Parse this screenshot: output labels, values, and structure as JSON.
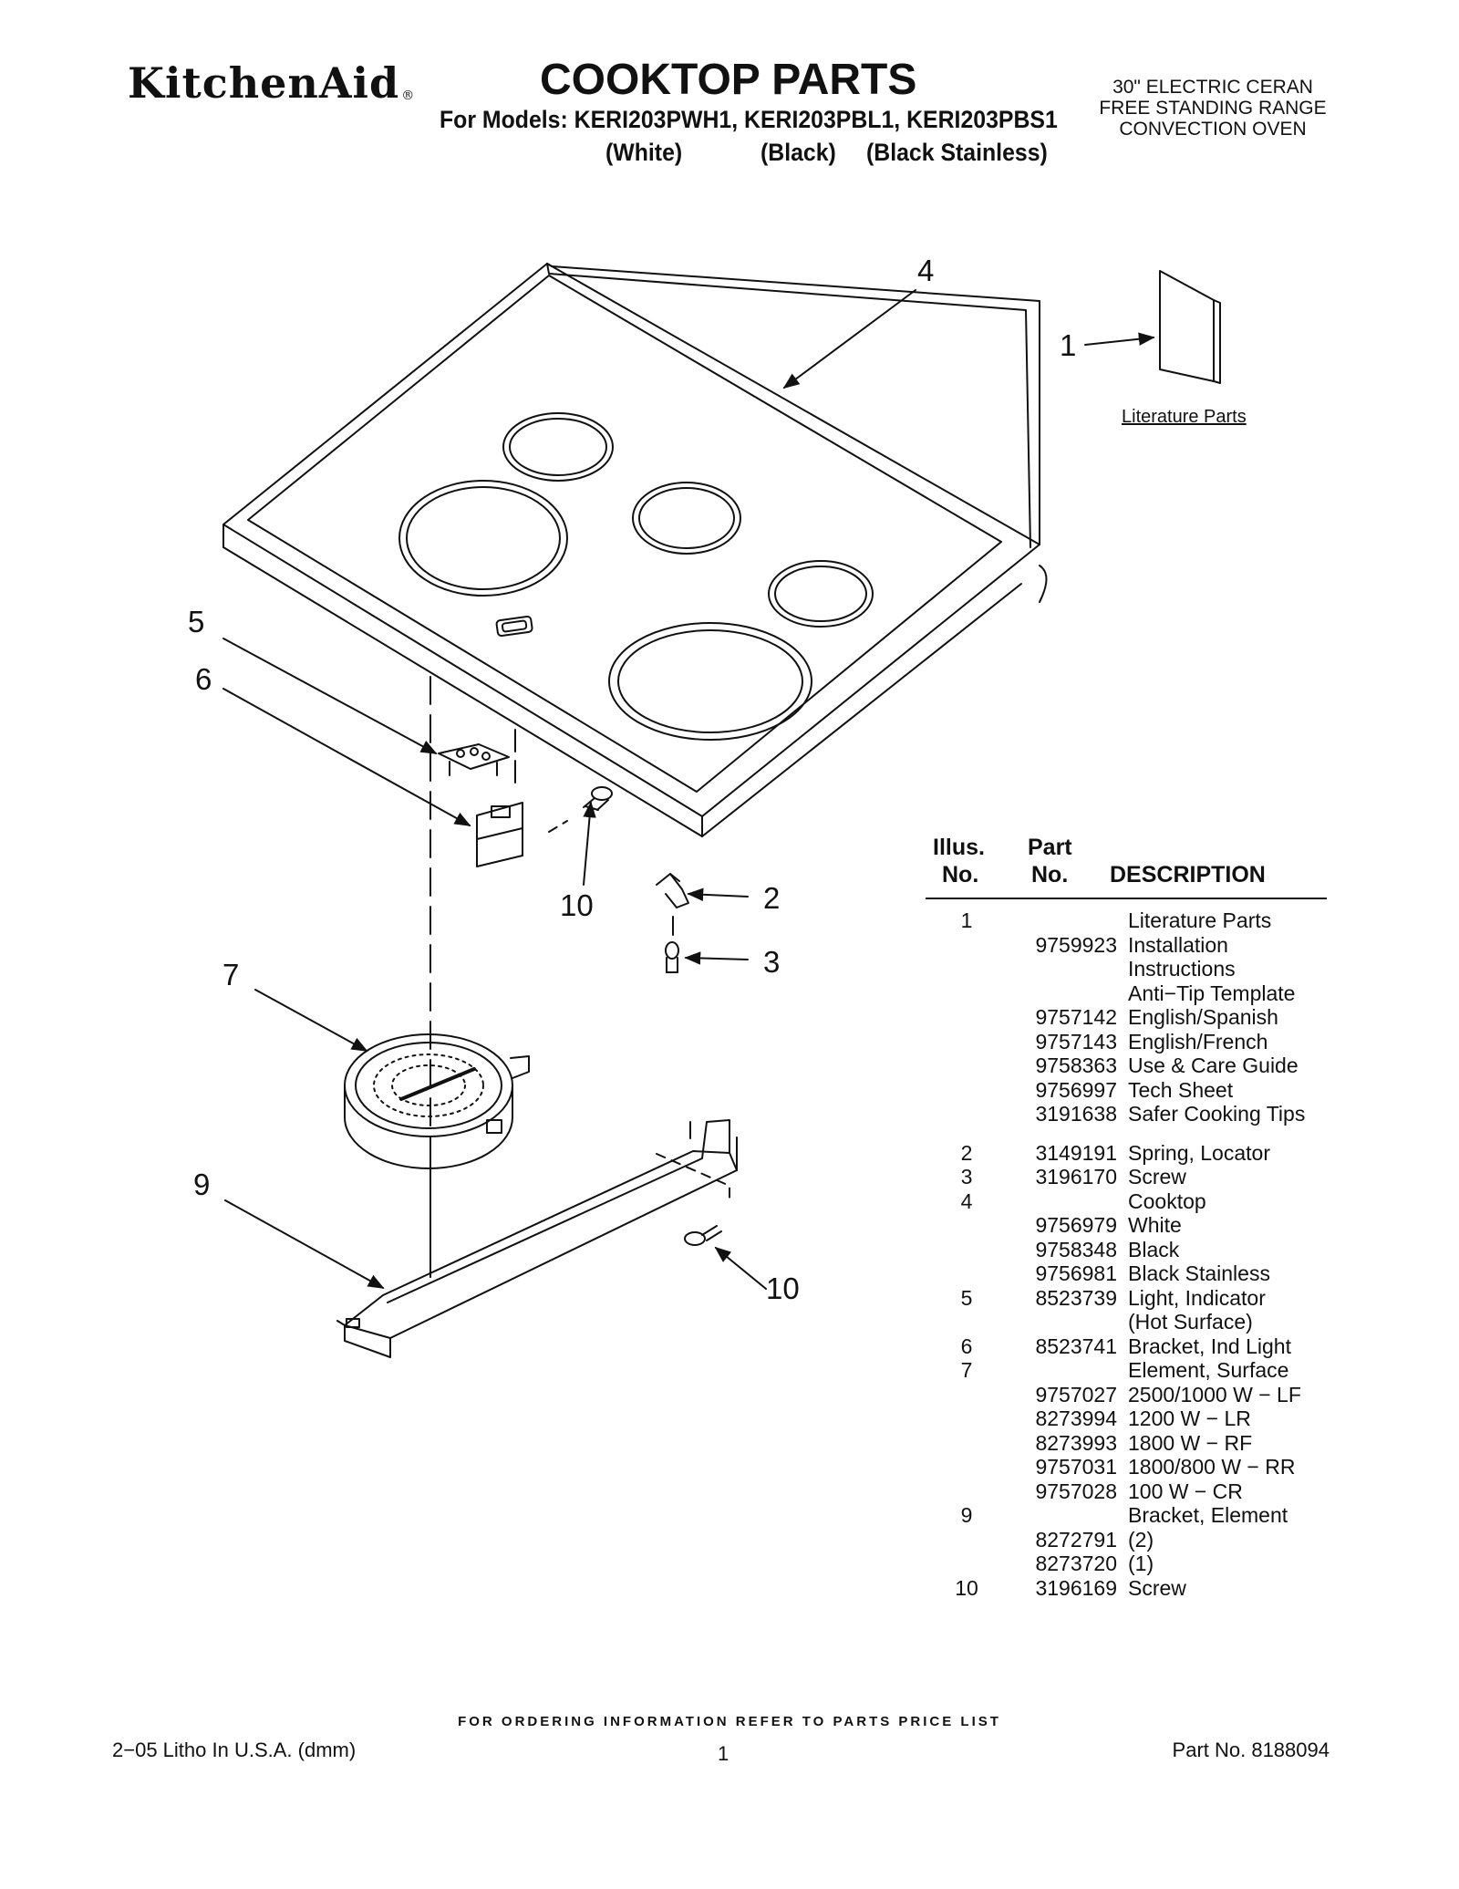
{
  "header": {
    "brand": "KitchenAid",
    "brand_mark": "®",
    "title": "COOKTOP PARTS",
    "models_line": "For Models: KERI203PWH1, KERI203PBL1, KERI203PBS1",
    "colors": [
      "(White)",
      "(Black)",
      "(Black Stainless)"
    ],
    "range_description": [
      "30\" ELECTRIC CERAN",
      "FREE STANDING RANGE",
      "CONVECTION OVEN"
    ]
  },
  "diagram": {
    "callouts": [
      "4",
      "1",
      "5",
      "6",
      "10",
      "2",
      "3",
      "7",
      "9",
      "10"
    ],
    "literature_label": "Literature Parts"
  },
  "parts_table": {
    "headers": {
      "illus_1": "Illus.",
      "illus_2": "No.",
      "part_1": "Part",
      "part_2": "No.",
      "description": "DESCRIPTION"
    },
    "rows": [
      {
        "illus": "1",
        "part": "",
        "desc": "Literature Parts"
      },
      {
        "illus": "",
        "part": "9759923",
        "desc": "Installation"
      },
      {
        "illus": "",
        "part": "",
        "desc": "Instructions"
      },
      {
        "illus": "",
        "part": "",
        "desc": "Anti−Tip Template"
      },
      {
        "illus": "",
        "part": "9757142",
        "desc": "English/Spanish"
      },
      {
        "illus": "",
        "part": "9757143",
        "desc": "English/French"
      },
      {
        "illus": "",
        "part": "9758363",
        "desc": "Use & Care Guide"
      },
      {
        "illus": "",
        "part": "9756997",
        "desc": "Tech Sheet"
      },
      {
        "illus": "",
        "part": "3191638",
        "desc": "Safer Cooking Tips"
      },
      {
        "illus": "2",
        "part": "3149191",
        "desc": "Spring, Locator"
      },
      {
        "illus": "3",
        "part": "3196170",
        "desc": "Screw"
      },
      {
        "illus": "4",
        "part": "",
        "desc": "Cooktop"
      },
      {
        "illus": "",
        "part": "9756979",
        "desc": "White"
      },
      {
        "illus": "",
        "part": "9758348",
        "desc": "Black"
      },
      {
        "illus": "",
        "part": "9756981",
        "desc": "Black Stainless"
      },
      {
        "illus": "5",
        "part": "8523739",
        "desc": "Light, Indicator"
      },
      {
        "illus": "",
        "part": "",
        "desc": "(Hot Surface)"
      },
      {
        "illus": "6",
        "part": "8523741",
        "desc": "Bracket, Ind Light"
      },
      {
        "illus": "7",
        "part": "",
        "desc": "Element, Surface"
      },
      {
        "illus": "",
        "part": "9757027",
        "desc": "2500/1000 W − LF"
      },
      {
        "illus": "",
        "part": "8273994",
        "desc": "1200 W − LR"
      },
      {
        "illus": "",
        "part": "8273993",
        "desc": "1800 W − RF"
      },
      {
        "illus": "",
        "part": "9757031",
        "desc": "1800/800 W − RR"
      },
      {
        "illus": "",
        "part": "9757028",
        "desc": "100 W − CR"
      },
      {
        "illus": "9",
        "part": "",
        "desc": "Bracket, Element"
      },
      {
        "illus": "",
        "part": "8272791",
        "desc": "(2)"
      },
      {
        "illus": "",
        "part": "8273720",
        "desc": "(1)"
      },
      {
        "illus": "10",
        "part": "3196169",
        "desc": "Screw"
      }
    ]
  },
  "footer": {
    "ordering_note": "FOR ORDERING INFORMATION REFER TO PARTS PRICE LIST",
    "litho": "2−05 Litho In U.S.A. (dmm)",
    "page": "1",
    "part_no": "Part No. 8188094"
  }
}
